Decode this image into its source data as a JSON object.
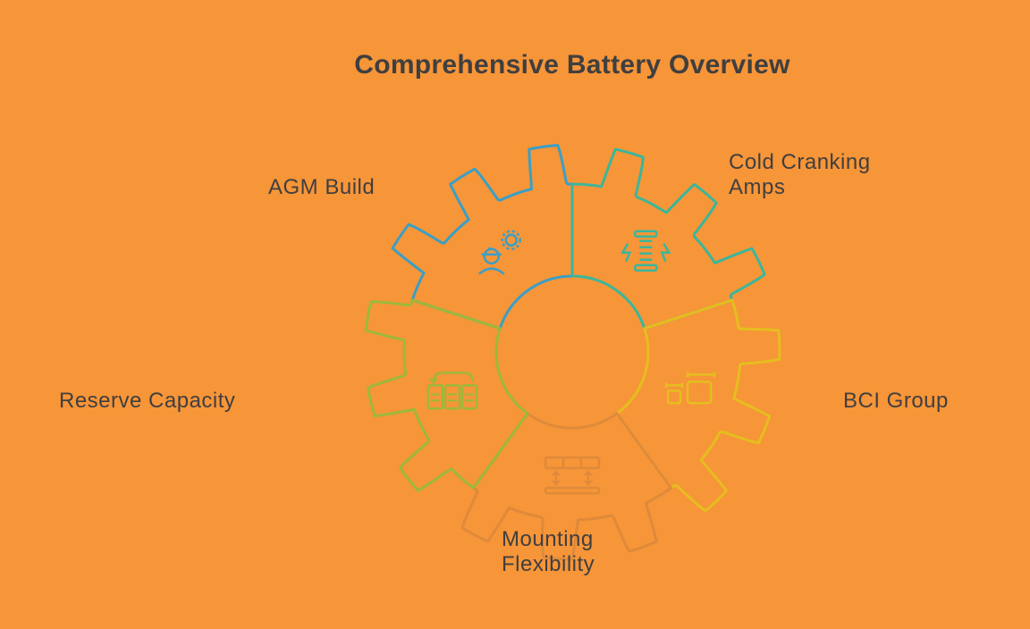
{
  "title": "Comprehensive Battery Overview",
  "segments": [
    {
      "label_lines": [
        "AGM Build"
      ],
      "color": "#3A9FC6",
      "icon": "technician-gear-icon"
    },
    {
      "label_lines": [
        "Cold Cranking",
        "Amps"
      ],
      "color": "#3BB69A",
      "icon": "energy-coil-icon"
    },
    {
      "label_lines": [
        "BCI Group"
      ],
      "color": "#E5BE1E",
      "icon": "battery-sizes-icon"
    },
    {
      "label_lines": [
        "Mounting",
        "Flexibility"
      ],
      "color": "#DE8A3A",
      "icon": "mounting-rack-icon"
    },
    {
      "label_lines": [
        "Reserve Capacity"
      ],
      "color": "#9DB83A",
      "icon": "battery-cells-icon"
    }
  ]
}
